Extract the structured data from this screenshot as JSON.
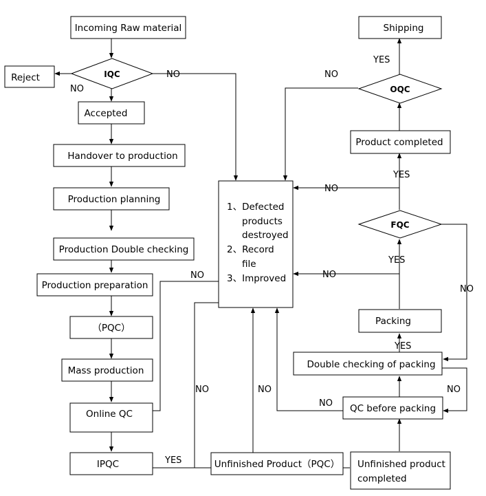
{
  "nodes": {
    "incoming": "Incoming Raw material",
    "iqc": "IQC",
    "reject": "Reject",
    "accepted": "Accepted",
    "handover": "Handover to production",
    "planning": "Production planning",
    "double_check": "Production Double checking",
    "preparation": "Production preparation",
    "pqc": "（PQC）",
    "mass": "Mass production",
    "online_qc": "Online QC",
    "ipqc": "IPQC",
    "unfinished_pqc": "Unfinished Product（PQC）",
    "unfinished_completed": [
      "Unfinished product",
      "completed"
    ],
    "qc_before_packing": "QC before packing",
    "double_check_packing": "Double checking of packing",
    "packing": "Packing",
    "fqc": "FQC",
    "product_completed": "Product completed",
    "oqc": "OQC",
    "shipping": "Shipping",
    "center_lines": [
      "1、Defected",
      "products",
      "destroyed",
      "2、Record",
      "file",
      "3、Improved"
    ]
  },
  "edges": {
    "no": "NO",
    "yes": "YES"
  }
}
